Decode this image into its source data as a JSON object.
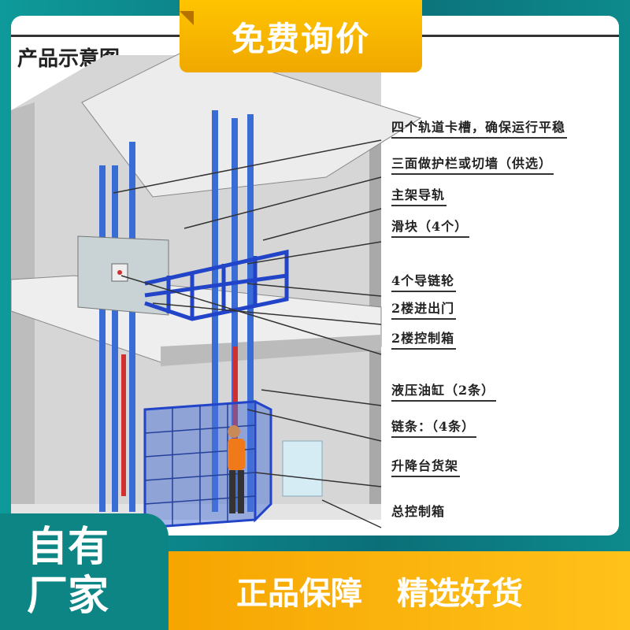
{
  "badge_top": "免费询价",
  "diagram": {
    "title": "产品示意图:",
    "labels": [
      "四个轨道卡槽，确保运行平稳",
      "三面做护栏或切墙（供选）",
      "主架导轨",
      "滑块（4个）",
      "4个导链轮",
      "2楼进出门",
      "2楼控制箱",
      "液压油缸（2条）",
      "链条：（4条）",
      "升降台货架",
      "总控制箱"
    ]
  },
  "corner_badge": [
    "自有",
    "厂家"
  ],
  "bottom_slogans": [
    "正品保障",
    "精选好货"
  ],
  "colors": {
    "teal": "#0e9a9a",
    "orange": "#f6a400",
    "frame_blue": "#2a5ad0"
  }
}
